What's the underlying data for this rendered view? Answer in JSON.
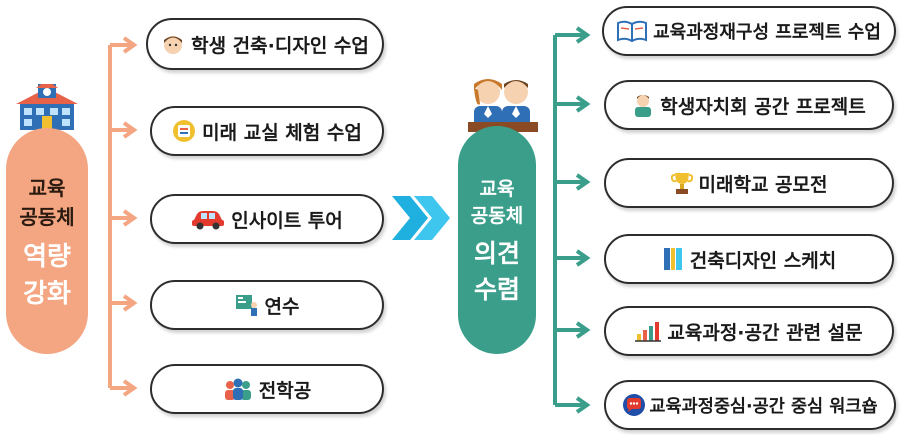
{
  "left_box": {
    "line1": "교육",
    "line2": "공동체",
    "line3": "역량",
    "line4": "강화",
    "color": "#f4a582"
  },
  "right_box": {
    "line1": "교육",
    "line2": "공동체",
    "line3": "의견",
    "line4": "수렴",
    "color": "#3a9e8a"
  },
  "left_items": [
    {
      "label": "학생 건축·디자인 수업",
      "icon": "student-face-icon"
    },
    {
      "label": "미래 교실 체험 수업",
      "icon": "tablet-icon"
    },
    {
      "label": "인사이트 투어",
      "icon": "car-icon"
    },
    {
      "label": "연수",
      "icon": "lecture-icon"
    },
    {
      "label": "전학공",
      "icon": "group-icon"
    }
  ],
  "right_items": [
    {
      "label": "교육과정재구성 프로젝트 수업",
      "icon": "book-icon"
    },
    {
      "label": "학생자치회 공간 프로젝트",
      "icon": "student-icon"
    },
    {
      "label": "미래학교 공모전",
      "icon": "trophy-icon"
    },
    {
      "label": "건축디자인 스케치",
      "icon": "notebook-icon"
    },
    {
      "label": "교육과정·공간 관련 설문",
      "icon": "bar-chart-icon"
    },
    {
      "label": "교육과정중심·공간 중심 워크숍",
      "icon": "chat-icon"
    }
  ],
  "colors": {
    "orange": "#f4a582",
    "teal": "#3a9e8a",
    "chevron": "#1fb0e0"
  }
}
